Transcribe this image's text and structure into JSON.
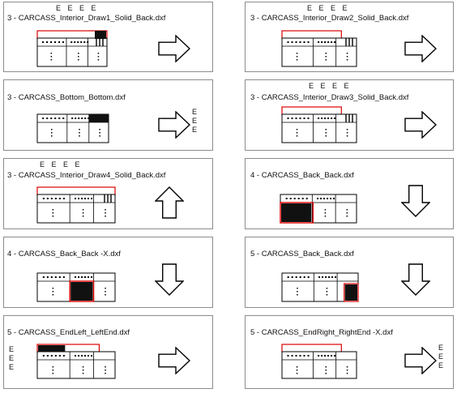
{
  "panels": [
    {
      "id": "p1",
      "filename": "3 - CARCASS_Interior_Draw1_Solid_Back.dxf",
      "arrow": "right",
      "marks_top": "E E E E",
      "marks_side": "",
      "fill": "top-right-small",
      "red": "top"
    },
    {
      "id": "p2",
      "filename": "3 - CARCASS_Interior_Draw2_Solid_Back.dxf",
      "arrow": "right",
      "marks_top": "E E E E",
      "marks_side": "",
      "fill": "top-right-lines",
      "red": "top-left"
    },
    {
      "id": "p3",
      "filename": "3 - CARCASS_Bottom_Bottom.dxf",
      "arrow": "right",
      "marks_top": "",
      "marks_side": "E\nE\nE",
      "fill": "top-right-black",
      "red": "none"
    },
    {
      "id": "p4",
      "filename": "3 - CARCASS_Interior_Draw3_Solid_Back.dxf",
      "arrow": "right",
      "marks_top": "E E E E",
      "marks_side": "",
      "fill": "top-right-lines",
      "red": "top-left"
    },
    {
      "id": "p5",
      "filename": "3 - CARCASS_Interior_Draw4_Solid_Back.dxf",
      "arrow": "up",
      "marks_top": "E E E E",
      "marks_side": "",
      "fill": "top-right-lines",
      "red": "top"
    },
    {
      "id": "p6",
      "filename": "4 - CARCASS_Back_Back.dxf",
      "arrow": "down",
      "marks_top": "",
      "marks_side": "",
      "fill": "bottom-left",
      "red": "left"
    },
    {
      "id": "p7",
      "filename": "4 - CARCASS_Back_Back -X.dxf",
      "arrow": "down",
      "marks_top": "",
      "marks_side": "",
      "fill": "bottom-middle",
      "red": "middle"
    },
    {
      "id": "p8",
      "filename": "5 - CARCASS_Back_Back.dxf",
      "arrow": "down",
      "marks_top": "",
      "marks_side": "",
      "fill": "bottom-right",
      "red": "right"
    },
    {
      "id": "p9",
      "filename": "5 - CARCASS_EndLeft_LeftEnd.dxf",
      "arrow": "right",
      "marks_top": "",
      "marks_side": "E\nE\nE",
      "fill": "top-left-band",
      "red": "top-left"
    },
    {
      "id": "p10",
      "filename": "5 - CARCASS_EndRight_RightEnd -X.dxf",
      "arrow": "right",
      "marks_top": "",
      "marks_side": "E\nE\nE",
      "fill": "none",
      "red": "top-left"
    }
  ]
}
